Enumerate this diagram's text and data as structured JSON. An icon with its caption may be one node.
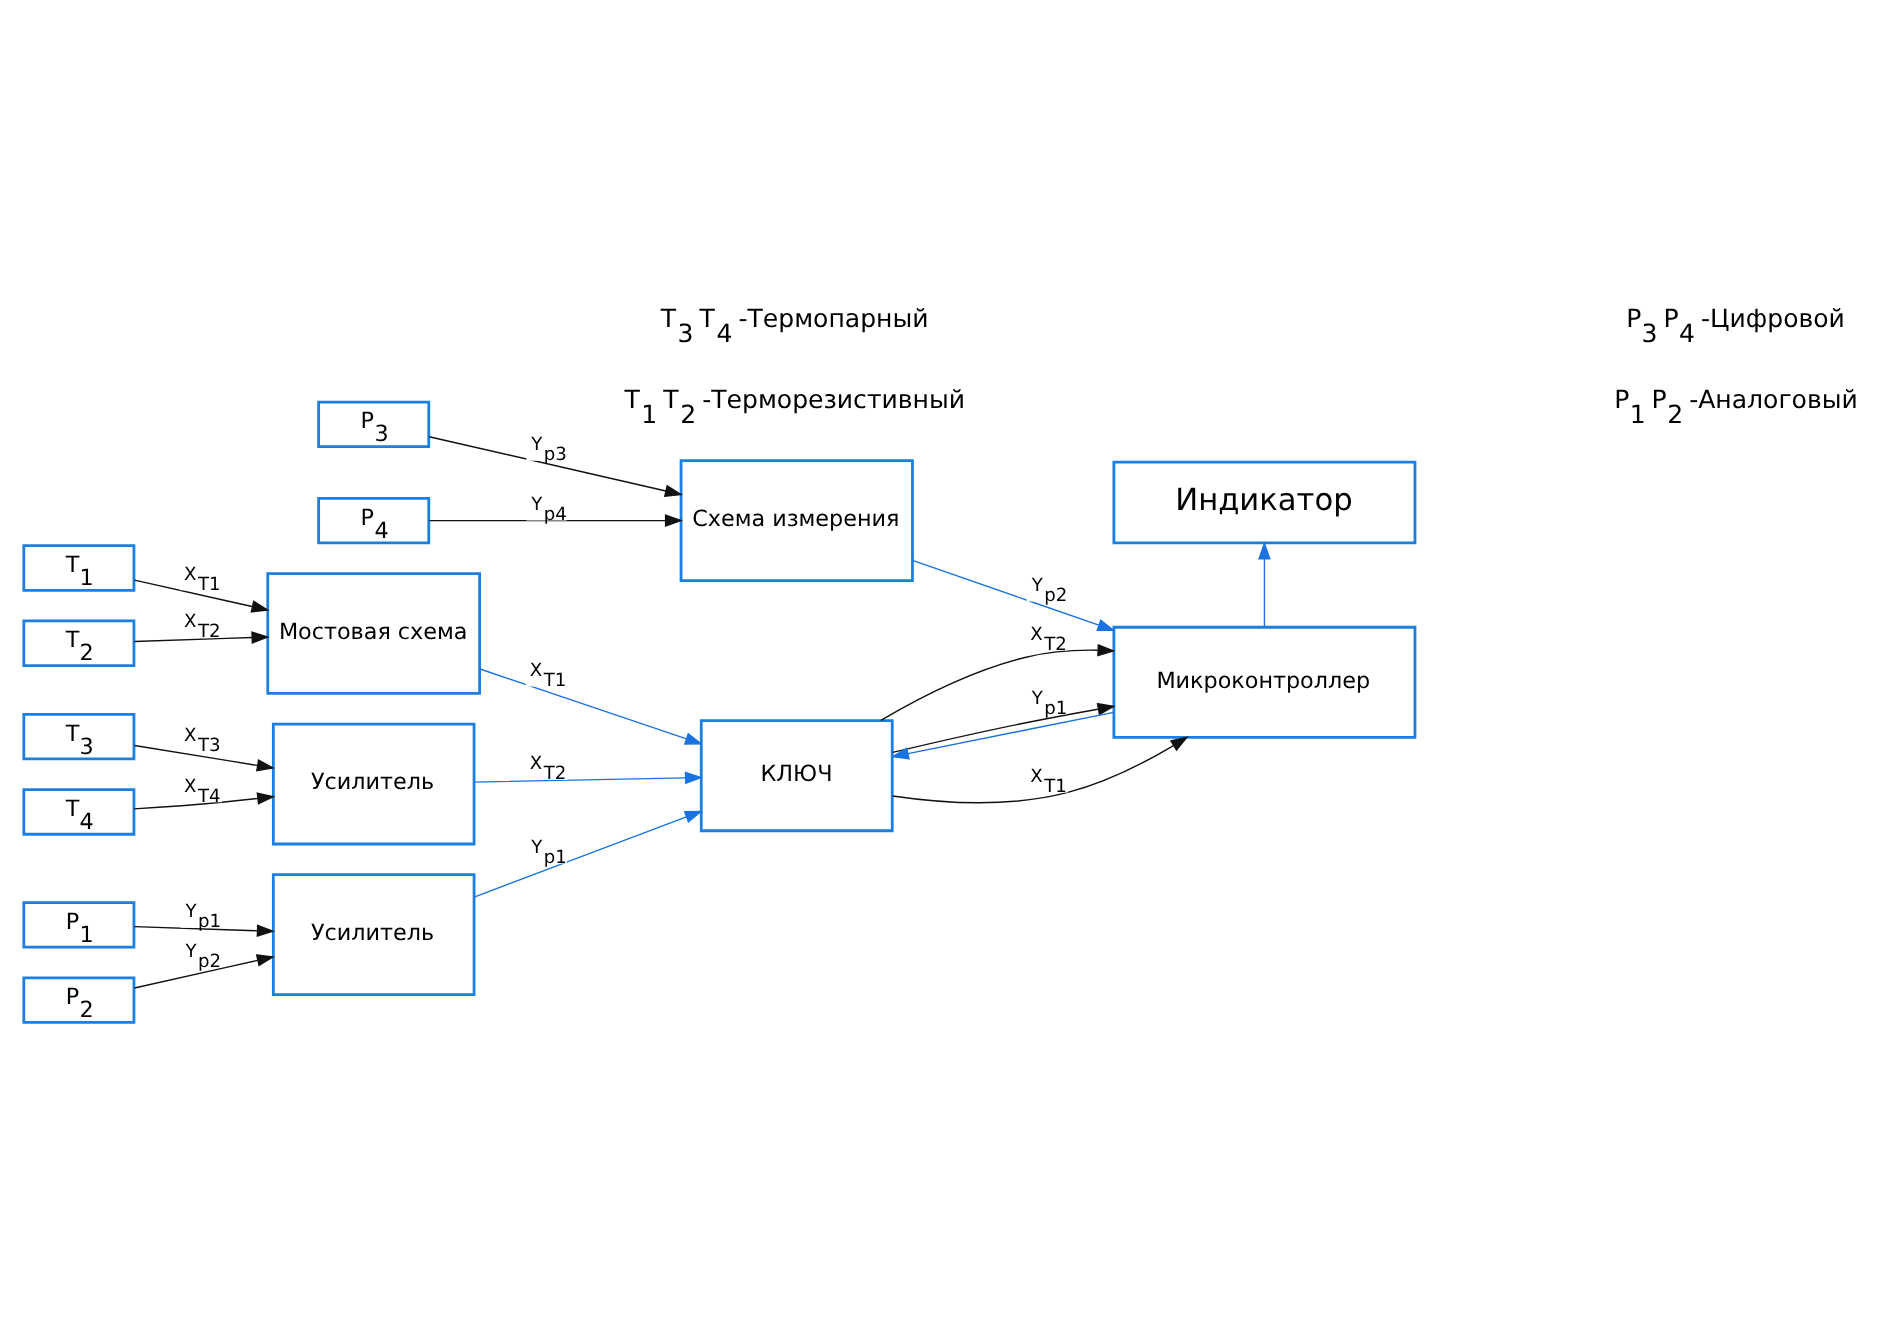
{
  "diagram": {
    "nodes": [
      {
        "text": [
          "T$_{1}$"
        ]
      },
      {
        "text": [
          "T$_{2}$"
        ]
      },
      {
        "text": [
          "T$_{3}$"
        ]
      },
      {
        "text": [
          "T$_{4}$"
        ]
      },
      {
        "text": [
          "P$_{1}$"
        ]
      },
      {
        "text": [
          "P$_{2}$"
        ]
      },
      {
        "text": [
          "P$_{3}$"
        ]
      },
      {
        "text": [
          "P$_{4}$"
        ]
      },
      {
        "text": [
          "Мостовая схема"
        ]
      },
      {
        "text": [
          "Усилитель"
        ]
      },
      {
        "text": [
          "Усилитель"
        ]
      },
      {
        "text": [
          "Схема измерения"
        ]
      },
      {
        "text": [
          "КЛЮЧ"
        ]
      },
      {
        "text": [
          "Микроконтроллер"
        ]
      },
      {
        "text": [
          "Индикатор"
        ]
      }
    ],
    "edges": [
      {
        "from": 0,
        "to": 8,
        "arrow": "to",
        "label": "X$_{T1}$"
      },
      {
        "from": 1,
        "to": 8,
        "arrow": "to",
        "label": "X$_{T2}$"
      },
      {
        "from": 2,
        "to": 9,
        "arrow": "to",
        "label": "X$_{T3}$"
      },
      {
        "from": 3,
        "to": 9,
        "arrow": "to",
        "label": "X$_{T4}$"
      },
      {
        "from": 4,
        "to": 10,
        "arrow": "to",
        "label": "Y$_{p1}$"
      },
      {
        "from": 5,
        "to": 10,
        "arrow": "to",
        "label": "Y$_{p2}$"
      },
      {
        "from": 6,
        "to": 11,
        "arrow": "to",
        "label": "Y$_{p3}$"
      },
      {
        "from": 7,
        "to": 11,
        "arrow": "to",
        "label": "Y$_{p4}$"
      },
      {
        "from": 8,
        "to": 12,
        "arrow": "to",
        "label": "X$_{T1}$",
        "color": "#1a73e0"
      },
      {
        "from": 9,
        "to": 12,
        "arrow": "to",
        "label": "X$_{T2}$",
        "color": "#1a73e0"
      },
      {
        "from": 10,
        "to": 12,
        "arrow": "to",
        "label": "Y$_{p1}$",
        "color": "#1a73e0"
      },
      {
        "from": 12,
        "to": 13,
        "arrow": "to",
        "label": "X$_{T1}$"
      },
      {
        "from": 12,
        "to": 13,
        "arrow": "to",
        "label": "X$_{T2}$"
      },
      {
        "from": 12,
        "to": 13,
        "arrow": "to",
        "label": "Y$_{p1}$"
      },
      {
        "from": 13,
        "to": 12,
        "arrow": "to",
        "color": "#1a73e0"
      },
      {
        "from": 11,
        "to": 13,
        "arrow": "to",
        "label": "Y$_{p2}$",
        "color": "#1a73e0"
      },
      {
        "from": 13,
        "to": 14,
        "arrow": "to",
        "color": "#1a73e0"
      }
    ],
    "labels": [
      "T$_{1}$ T$_{2}$ -Терморезистивный",
      "P$_{1}$ P$_{2}$ -Аналоговый",
      "T$_{3}$ T$_{4}$ -Термопарный",
      "P$_{3}$ P$_{4}$ -Цифровой"
    ]
  }
}
